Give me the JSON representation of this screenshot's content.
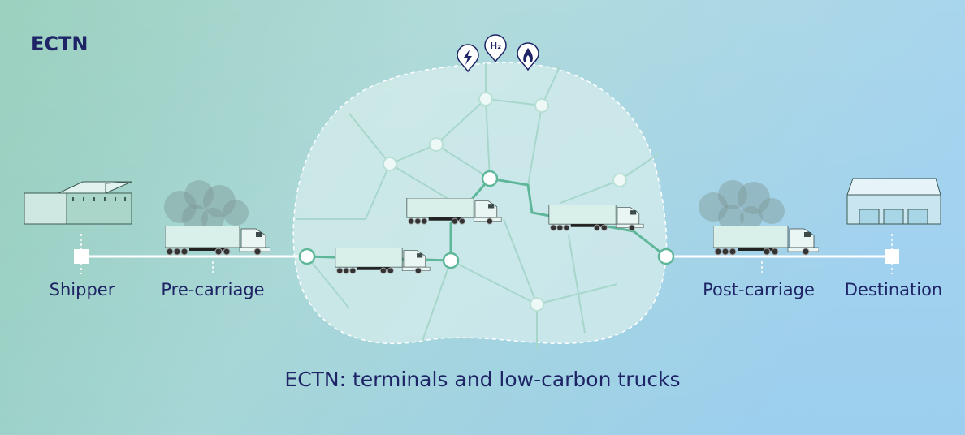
{
  "title": "ECTN",
  "caption": "ECTN: terminals and low-carbon trucks",
  "stages": {
    "shipper": "Shipper",
    "pre_carriage": "Pre-carriage",
    "post_carriage": "Post-carriage",
    "destination": "Destination"
  },
  "energy_pins": [
    {
      "icon": "lightning-icon",
      "label": ""
    },
    {
      "icon": "hydrogen-icon",
      "label": "H₂"
    },
    {
      "icon": "flame-icon",
      "label": ""
    }
  ],
  "colors": {
    "text": "#1f2466",
    "route": "#5fb79a",
    "bg_left": "#8cc9b5",
    "bg_right": "#9fd0ef"
  }
}
